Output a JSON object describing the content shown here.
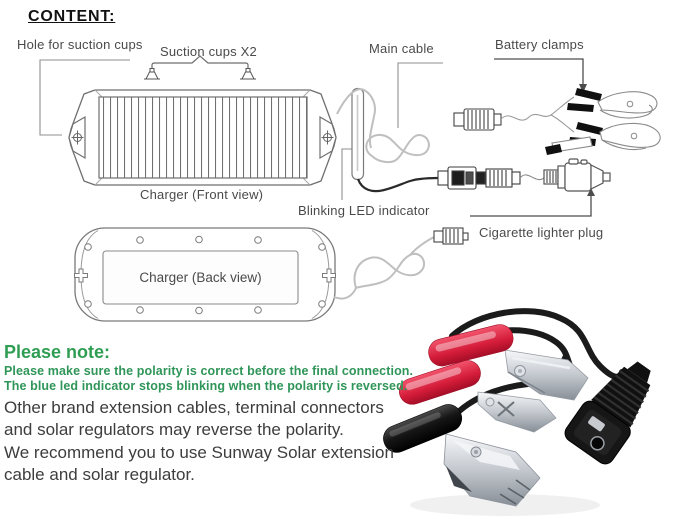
{
  "diagram": {
    "title": "CONTENT:",
    "labels": {
      "hole_for_suction_cups": "Hole for suction cups",
      "suction_cups": "Suction cups X2",
      "main_cable": "Main cable",
      "battery_clamps": "Battery clamps",
      "charger_front": "Charger (Front view)",
      "blinking_led": "Blinking LED indicator",
      "cigarette_plug": "Cigarette lighter plug",
      "charger_back": "Charger (Back view)"
    }
  },
  "note": {
    "title": "Please note:",
    "warnings": [
      "Please make sure the polarity is correct before the final connection.",
      "The blue led indicator stops blinking when the polarity is reversed."
    ],
    "body": [
      "Other brand extension cables, terminal connectors",
      "and solar regulators may reverse the polarity.",
      "We recommend you to use Sunway Solar extension",
      "cable and solar regulator."
    ]
  },
  "colors": {
    "note_green": "#2f9e53",
    "warning_green": "#2f9558",
    "label_gray": "#4a4a4a",
    "body_gray": "#3d3d3d",
    "line_art_gray": "#777777",
    "cable_dark": "#2a2a2a",
    "clamp_red": "#d41c39",
    "clamp_black": "#161616",
    "chrome": "#c3c8ce"
  }
}
